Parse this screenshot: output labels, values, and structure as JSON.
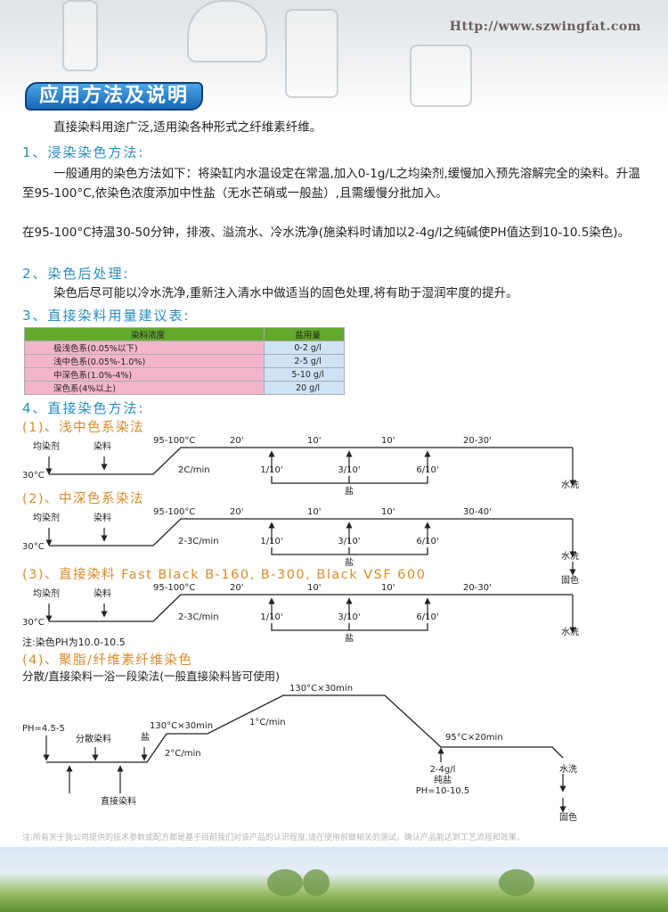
{
  "header": {
    "url": "Http://www.szwingfat.com",
    "title": "应用方法及说明"
  },
  "intro": "直接染料用途广泛,适用染各种形式之纤维素纤维。",
  "s1": {
    "heading": "1、浸染染色方法:",
    "p1": "一般通用的染色方法如下：将染缸内水温设定在常温,加入0-1g/L之均染剂,缓慢加入预先溶解完全的染料。升温至95-100°C,依染色浓度添加中性盐（无水芒硝或一般盐）,且需缓慢分批加入。",
    "p2": "在95-100°C持温30-50分钟，排液、溢流水、冷水洗净(施染料时请加以2-4g/l之纯碱使PH值达到10-10.5染色)。"
  },
  "s2": {
    "heading": "2、染色后处理:",
    "p": "染色后尽可能以冷水洗净,重新注入清水中做适当的固色处理,将有助于湿润牢度的提升。"
  },
  "s3": {
    "heading": "3、直接染料用量建议表:",
    "columns": [
      "染料浓度",
      "盐用量"
    ],
    "rows": [
      [
        "极浅色系(0.05%以下)",
        "0-2 g/l"
      ],
      [
        "浅中色系(0.05%-1.0%)",
        "2-5 g/l"
      ],
      [
        "中深色系(1.0%-4%)",
        "5-10 g/l"
      ],
      [
        "深色系(4%以上)",
        "20 g/l"
      ]
    ]
  },
  "s4": {
    "heading": "4、直接染色方法:",
    "diagrams": [
      {
        "title": "(1)、浅中色系染法",
        "start": "30°C",
        "leveling": "均染剂",
        "dye": "染料",
        "temp": "95-100°C",
        "rate": "2C/min",
        "times": [
          "20'",
          "10'",
          "10'",
          "20-30'"
        ],
        "salt_steps": [
          "1/10'",
          "3/10'",
          "6/10'"
        ],
        "salt": "盐",
        "end": [
          "水洗"
        ]
      },
      {
        "title": "(2)、中深色系染法",
        "start": "30°C",
        "leveling": "均染剂",
        "dye": "染料",
        "temp": "95-100°C",
        "rate": "2-3C/min",
        "times": [
          "20'",
          "10'",
          "10'",
          "30-40'"
        ],
        "salt_steps": [
          "1/10'",
          "3/10'",
          "6/10'"
        ],
        "salt": "盐",
        "end": [
          "水洗",
          "固色"
        ]
      },
      {
        "title": "(3)、直接染料 Fast Black B-160, B-300, Black VSF 600",
        "start": "30°C",
        "leveling": "均染剂",
        "dye": "染料",
        "temp": "95-100°C",
        "rate": "2-3C/min",
        "times": [
          "20'",
          "10'",
          "10'",
          "20-30'"
        ],
        "salt_steps": [
          "1/10'",
          "3/10'",
          "6/10'"
        ],
        "salt": "盐",
        "end": [
          "水洗"
        ]
      }
    ],
    "note": "注:染色PH为10.0-10.5",
    "d4": {
      "title": "(4)、聚脂/纤维素纤维染色",
      "subtitle": "分散/直接染料一浴一段染法(一般直接染料皆可使用)",
      "ph": "PH=4.5-5",
      "disperse": "分散染料",
      "salt": "盐",
      "direct": "直接染料",
      "stage1": "130°C×30min",
      "rate1": "2°C/min",
      "rate2": "1°C/min",
      "stage2": "130°C×30min",
      "stage3": "95°C×20min",
      "alkali": "2-4g/l",
      "alkali_name": "纯盐",
      "ph2": "PH=10-10.5",
      "wash": "水洗",
      "fix": "固色"
    }
  },
  "footer": "注:所有关于我公司提供的技术参数或配方都是基于目前我们对该产品的认识程度,请在使用前做相关的测试，确认产品能达到工艺流程和效果。"
}
